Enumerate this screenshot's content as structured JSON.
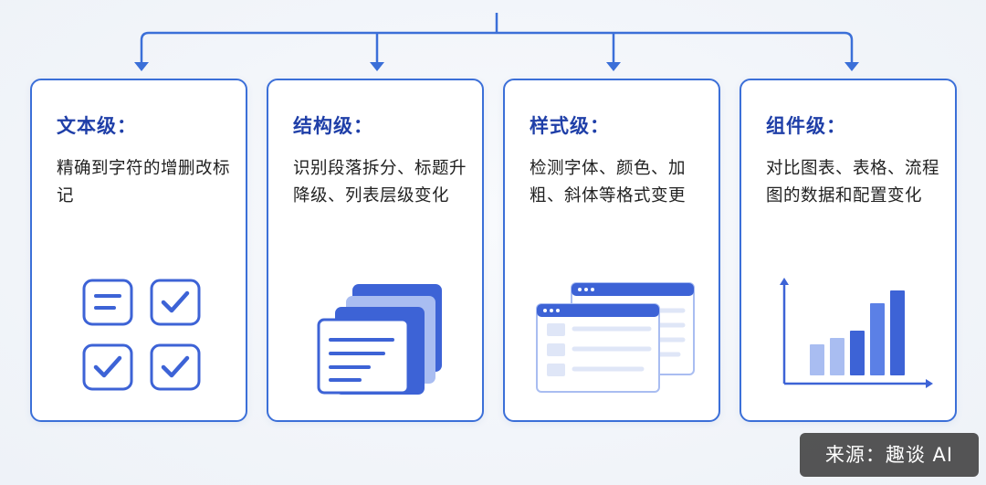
{
  "cards": [
    {
      "title": "文本级：",
      "description": "精确到字符的增删改标记"
    },
    {
      "title": "结构级：",
      "description": "识别段落拆分、标题升降级、列表层级变化"
    },
    {
      "title": "样式级：",
      "description": "检测字体、颜色、加粗、斜体等格式变更"
    },
    {
      "title": "组件级：",
      "description": "对比图表、表格、流程图的数据和配置变化"
    }
  ],
  "source": {
    "label": "来源：趣谈 AI"
  },
  "colors": {
    "accent": "#3b6fd8",
    "title": "#1f3fa8",
    "dark_blue": "#3d63d6",
    "light_blue": "#a9bdf1"
  },
  "icons": [
    "checklist-icon",
    "stacked-documents-icon",
    "browser-windows-icon",
    "bar-chart-icon"
  ]
}
